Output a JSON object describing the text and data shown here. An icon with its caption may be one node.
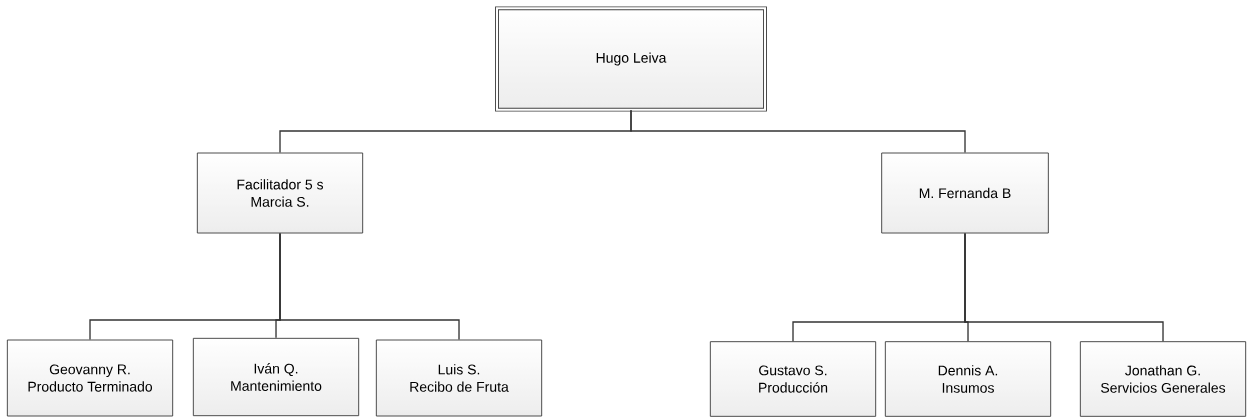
{
  "diagram": {
    "nodes": [
      {
        "text": [
          "Hugo Leiva"
        ]
      },
      {
        "text": [
          "Facilitador 5 s",
          "Marcia S."
        ]
      },
      {
        "text": [
          "M. Fernanda B"
        ]
      },
      {
        "text": [
          "Geovanny R.",
          "Producto Terminado"
        ]
      },
      {
        "text": [
          "Iván Q.",
          "Mantenimiento"
        ]
      },
      {
        "text": [
          "Luis S.",
          "Recibo de Fruta"
        ]
      },
      {
        "text": [
          "Gustavo S.",
          "Producción"
        ]
      },
      {
        "text": [
          "Dennis A.",
          "Insumos"
        ]
      },
      {
        "text": [
          "Jonathan G.",
          "Servicios Generales"
        ]
      }
    ],
    "edges": [
      {
        "from": 0,
        "to": 1,
        "arrow": "none"
      },
      {
        "from": 0,
        "to": 2,
        "arrow": "none"
      },
      {
        "from": 1,
        "to": 3,
        "arrow": "none"
      },
      {
        "from": 1,
        "to": 4,
        "arrow": "none"
      },
      {
        "from": 1,
        "to": 5,
        "arrow": "none"
      },
      {
        "from": 2,
        "to": 6,
        "arrow": "none"
      },
      {
        "from": 2,
        "to": 7,
        "arrow": "none"
      },
      {
        "from": 2,
        "to": 8,
        "arrow": "none"
      }
    ]
  }
}
